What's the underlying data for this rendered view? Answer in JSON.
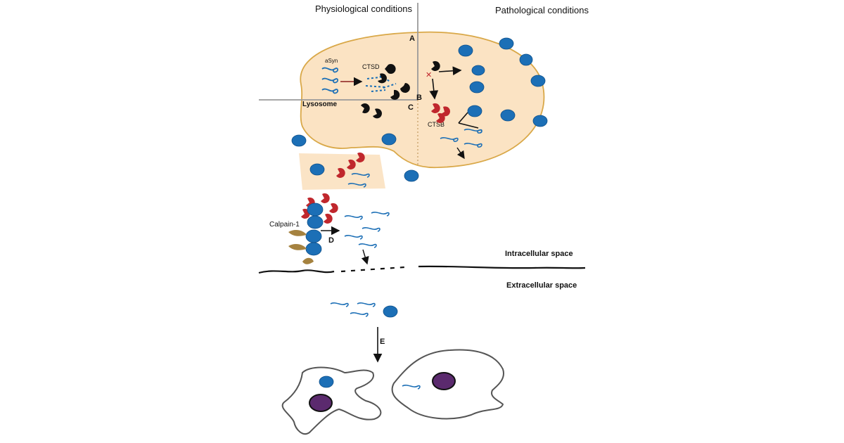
{
  "labels": {
    "physiological": "Physiological conditions",
    "pathological": "Pathological conditions",
    "asyn": "aSyn",
    "ctsd": "CTSD",
    "ctsb": "CTSB",
    "lysosome": "Lysosome",
    "calpain": "Calpain-1",
    "intracellular": "Intracellular space",
    "extracellular": "Extracellular space"
  },
  "steps": {
    "a": "A",
    "b": "B",
    "c": "C",
    "d": "D",
    "e": "E"
  },
  "colors": {
    "lysosome_fill": "#fbe3c3",
    "lysosome_stroke": "#d9a848",
    "asyn_blue": "#1c6fb6",
    "ctsd_black": "#111111",
    "ctsb_red": "#c0272d",
    "calpain_gold": "#a5823f",
    "nucleus_purple": "#5b2a6e",
    "divider_gray": "#9a9a9a"
  }
}
